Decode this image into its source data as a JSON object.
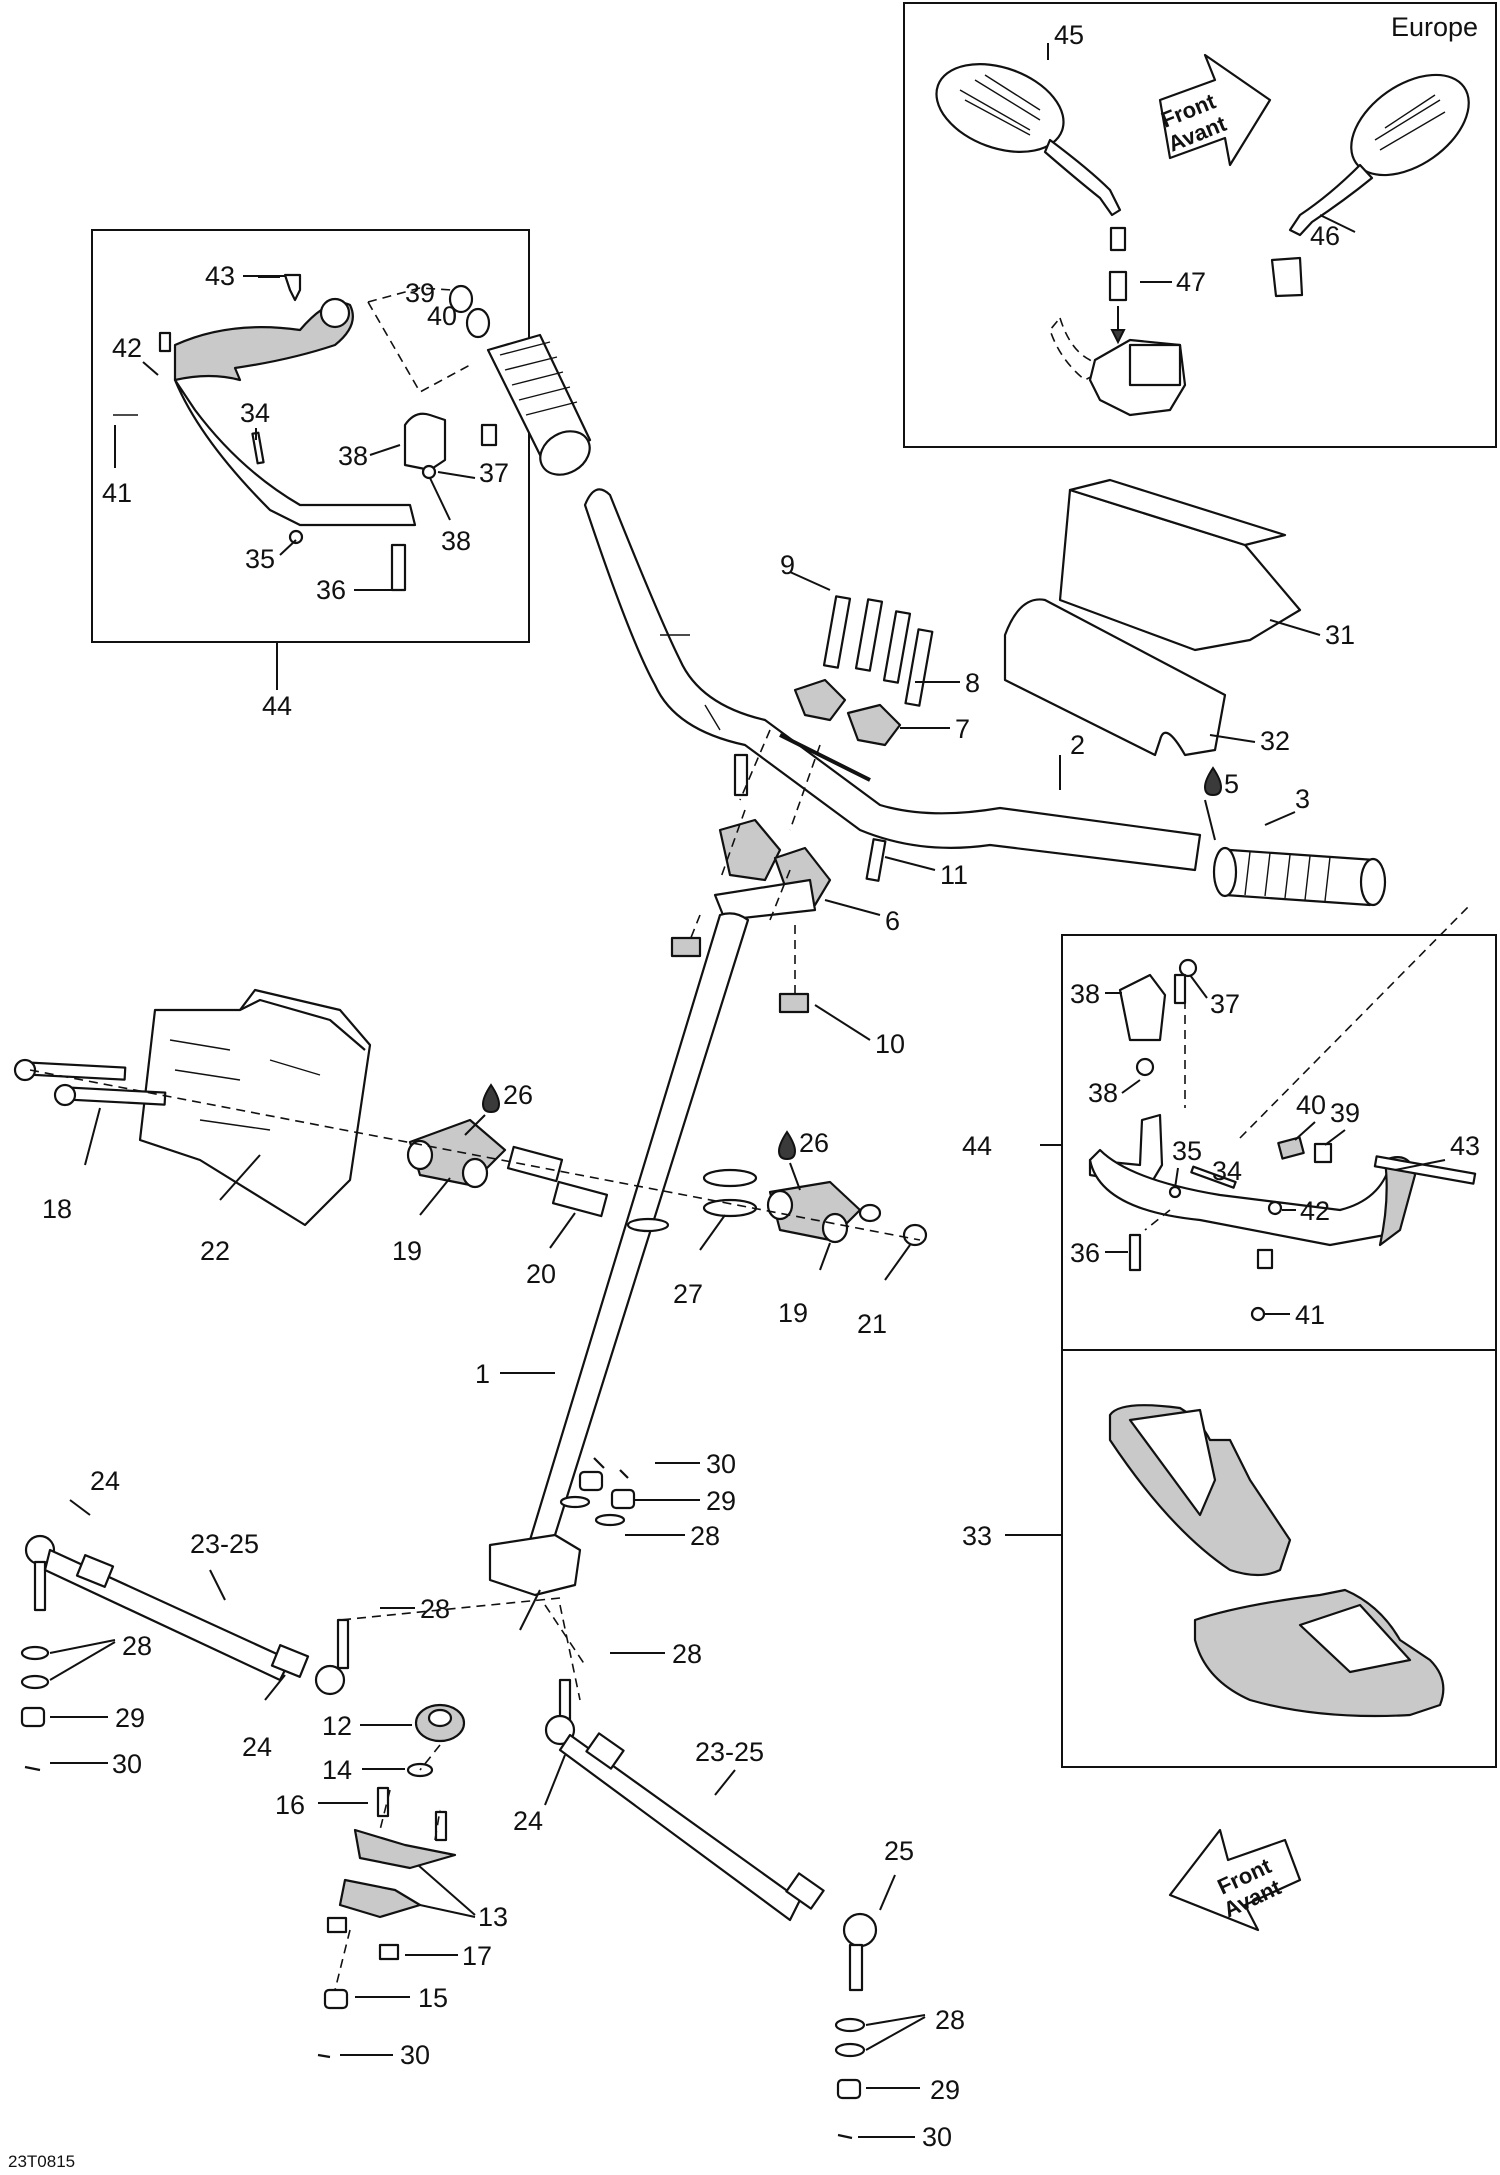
{
  "diagram_code": "23T0815",
  "europe_label": "Europe",
  "front_arrow": {
    "line1": "Front",
    "line2": "Avant"
  },
  "callouts": {
    "p1": "1",
    "p2": "2",
    "p3": "3",
    "p5": "5",
    "p6": "6",
    "p7": "7",
    "p8": "8",
    "p9": "9",
    "p10": "10",
    "p11": "11",
    "p12": "12",
    "p13": "13",
    "p14": "14",
    "p15": "15",
    "p16": "16",
    "p17": "17",
    "p18": "18",
    "p19a": "19",
    "p19b": "19",
    "p20": "20",
    "p21": "21",
    "p22": "22",
    "p24a": "24",
    "p24b": "24",
    "p24c": "24",
    "p25": "25",
    "p26a": "26",
    "p26b": "26",
    "p27": "27",
    "p2325a": "23-25",
    "p2325b": "23-25",
    "p28a": "28",
    "p28b": "28",
    "p28c": "28",
    "p28d": "28",
    "p28e": "28",
    "p29a": "29",
    "p29b": "29",
    "p29c": "29",
    "p30a": "30",
    "p30b": "30",
    "p30c": "30",
    "p30d": "30",
    "p31": "31",
    "p32": "32",
    "p33": "33",
    "tl34": "34",
    "tl35": "35",
    "tl36": "36",
    "tl37": "37",
    "tl38a": "38",
    "tl38b": "38",
    "tl39": "39",
    "tl40": "40",
    "tl41": "41",
    "tl42": "42",
    "tl43": "43",
    "tl44": "44",
    "r34": "34",
    "r35": "35",
    "r36": "36",
    "r37": "37",
    "r38a": "38",
    "r38b": "38",
    "r39": "39",
    "r40": "40",
    "r41": "41",
    "r42": "42",
    "r43": "43",
    "r44": "44",
    "e45": "45",
    "e46": "46",
    "e47": "47"
  },
  "icons": [
    "oil-drop-icon",
    "front-direction-arrow-icon"
  ]
}
